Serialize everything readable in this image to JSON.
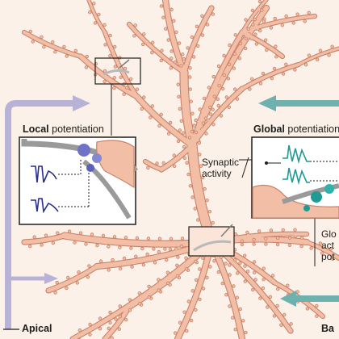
{
  "labels": {
    "local_bold": "Local",
    "local_rest": " potentiation",
    "global_bold": "Global",
    "global_rest": " potentiation",
    "synaptic_line1": "Synaptic",
    "synaptic_line2": "activity",
    "global_act_line1": "Glo",
    "global_act_line2": "act",
    "global_act_line3": "pot",
    "apical": "Apical",
    "basal_partial": "Ba"
  },
  "colors": {
    "background": "#fbf1e8",
    "dendrite_fill": "#f2bfa6",
    "dendrite_stroke": "#c9826a",
    "apical_arrow": "#b7b2d6",
    "basal_arrow": "#6fb1ae",
    "local_trace": "#2b2e8c",
    "global_trace": "#1f9a94"
  },
  "icons": {
    "local_inset": "synapse-zoom-icon",
    "global_inset": "synapse-zoom-icon"
  }
}
